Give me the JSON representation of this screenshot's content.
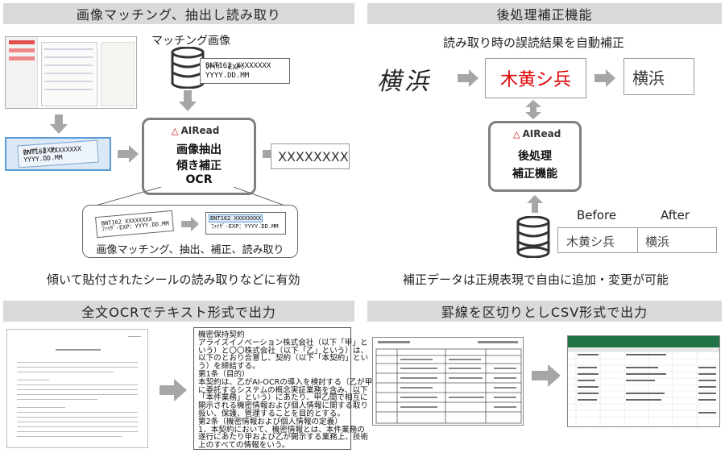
{
  "sections": {
    "matching": {
      "title": "画像マッチング、抽出し読み取り",
      "matching_image_label": "マッチング画像",
      "card_line1": "BNT162  XXXXXXXX",
      "card_line2": "ﾌｧｲｻﾞ-EXP：YYYY.DD.MM",
      "engine_logo": "AIRead",
      "engine_lines": [
        "画像抽出",
        "傾き補正",
        "OCR"
      ],
      "output_text": "XXXXXXXX",
      "callout_caption": "画像マッチング、抽出、補正、読み取り",
      "footer": "傾いて貼付されたシールの読み取りなどに有効"
    },
    "postprocess": {
      "title": "後処理補正機能",
      "subtitle": "読み取り時の誤読結果を自動補正",
      "handwritten": "横浜",
      "misread": "木黄シ兵",
      "corrected": "横浜",
      "engine_logo": "AIRead",
      "engine_lines": [
        "後処理",
        "補正機能"
      ],
      "before_label": "Before",
      "after_label": "After",
      "before_value": "木黄シ兵",
      "after_value": "横浜",
      "footer": "補正データは正規表現で自由に追加・変更が可能",
      "colors": {
        "misread": "#e00000"
      }
    },
    "fulltext": {
      "title": "全文OCRでテキスト形式で出力",
      "ocr_text": "機密保持契約\nアライズイノベーション株式会社（以下「甲」と\nいう）と〇〇株式会社（以下「乙」という）は、\n以下のとおり合意し、契約（以下「本契約」とい\nう）を締結する。\n第1条（目的）\n本契約は、乙がAI-OCRの導入を検討する（乙が甲\nに委託するシステムの概念実証業務を含み、以下\n「本件業務」という）にあたり、甲乙間で相互に\n開示される機密情報および個人情報に関する取り\n扱い、保護、管理することを目的とする。\n第2条（機密情報および個人情報の定義）\n1．本契約において、機密情報とは、本件業務の\n遂行にあたり甲および乙が開示する業務上、技術\n上のすべての情報をいう。"
    },
    "csv": {
      "title": "罫線を区切りとしCSV形式で出力"
    }
  }
}
